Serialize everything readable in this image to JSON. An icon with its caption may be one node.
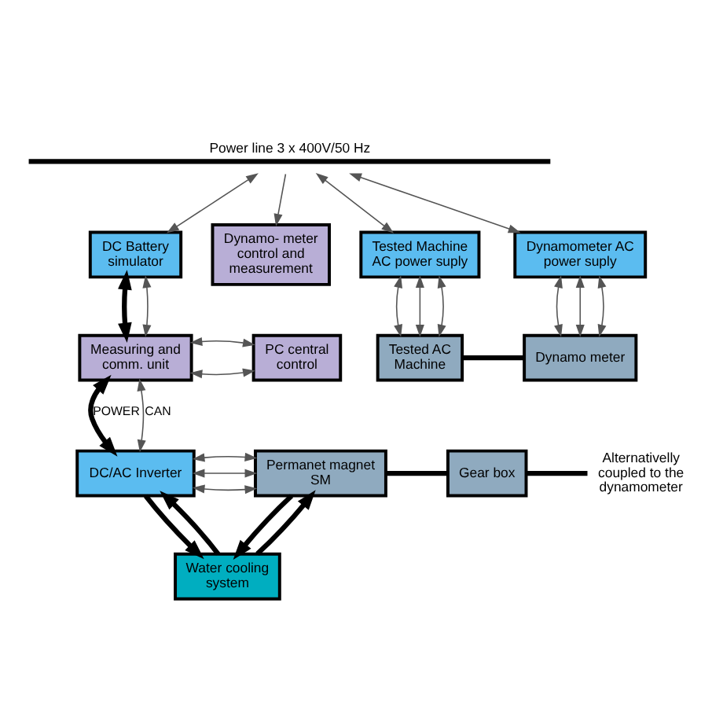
{
  "diagram": {
    "nodes": [
      {
        "text": [
          "Power line 3 x 400V/50 Hz"
        ]
      },
      {
        "text": [
          "DC Battery simulator"
        ]
      },
      {
        "text": [
          "Dynamo- meter control and measurement"
        ]
      },
      {
        "text": [
          "Tested Machine AC power suply"
        ]
      },
      {
        "text": [
          "Dynamometer AC power suply"
        ]
      },
      {
        "text": [
          "Measuring and comm. unit"
        ]
      },
      {
        "text": [
          "PC central control"
        ]
      },
      {
        "text": [
          "Tested AC Machine"
        ]
      },
      {
        "text": [
          "Dynamo meter"
        ]
      },
      {
        "text": [
          "DC/AC Inverter"
        ]
      },
      {
        "text": [
          "Permanet magnet SM"
        ]
      },
      {
        "text": [
          "Gear box"
        ]
      },
      {
        "text": [
          "Alternativelly coupled to the dynamometer"
        ]
      },
      {
        "text": [
          "Water cooling system"
        ]
      }
    ],
    "edges": [
      {
        "from": 0,
        "to": 1,
        "arrow": "both"
      },
      {
        "from": 0,
        "to": 2,
        "arrow": "to"
      },
      {
        "from": 0,
        "to": 3,
        "arrow": "both"
      },
      {
        "from": 0,
        "to": 4,
        "arrow": "both"
      },
      {
        "from": 1,
        "to": 5,
        "arrow": "both",
        "style": "thick"
      },
      {
        "from": 1,
        "to": 5,
        "arrow": "both"
      },
      {
        "from": 5,
        "to": 6,
        "arrow": "both"
      },
      {
        "from": 5,
        "to": 6,
        "arrow": "both"
      },
      {
        "from": 3,
        "to": 7,
        "arrow": "both"
      },
      {
        "from": 3,
        "to": 7,
        "arrow": "both"
      },
      {
        "from": 3,
        "to": 7,
        "arrow": "both"
      },
      {
        "from": 4,
        "to": 8,
        "arrow": "both"
      },
      {
        "from": 4,
        "to": 8,
        "arrow": "both"
      },
      {
        "from": 4,
        "to": 8,
        "arrow": "both"
      },
      {
        "from": 7,
        "to": 8,
        "arrow": "none",
        "style": "thick"
      },
      {
        "from": 5,
        "to": 9,
        "arrow": "both",
        "style": "thick",
        "label": "POWER"
      },
      {
        "from": 5,
        "to": 9,
        "arrow": "both",
        "label": "CAN"
      },
      {
        "from": 9,
        "to": 10,
        "arrow": "both"
      },
      {
        "from": 9,
        "to": 10,
        "arrow": "both"
      },
      {
        "from": 9,
        "to": 10,
        "arrow": "both"
      },
      {
        "from": 10,
        "to": 11,
        "arrow": "none",
        "style": "thick"
      },
      {
        "from": 11,
        "to": 12,
        "arrow": "none",
        "style": "thick"
      },
      {
        "from": 13,
        "to": 9,
        "arrow": "to",
        "style": "thick"
      },
      {
        "from": 9,
        "to": 13,
        "arrow": "to",
        "style": "thick"
      },
      {
        "from": 13,
        "to": 10,
        "arrow": "to",
        "style": "thick"
      },
      {
        "from": 10,
        "to": 13,
        "arrow": "to",
        "style": "thick"
      }
    ]
  }
}
